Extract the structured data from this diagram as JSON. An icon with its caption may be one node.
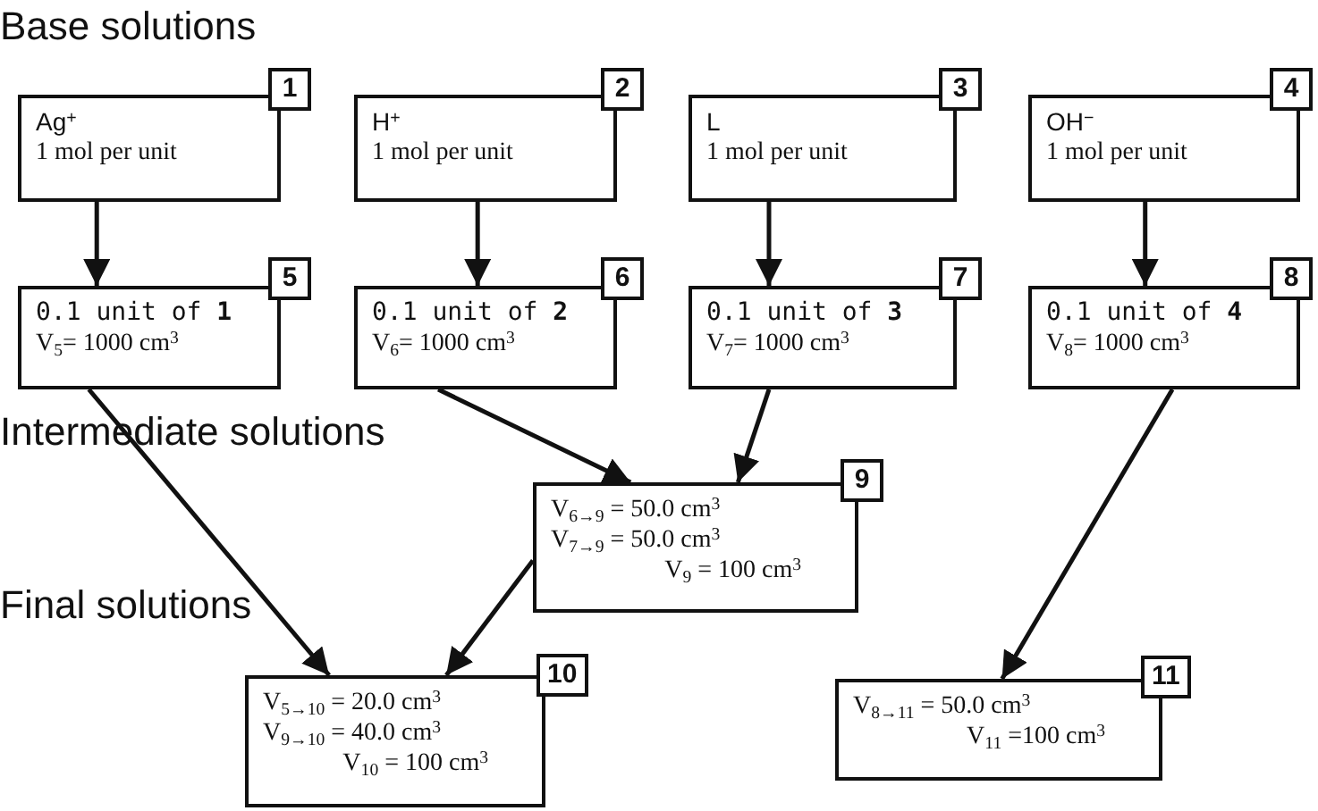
{
  "diagram": {
    "nodes": [
      {
        "text": [
          "Ag$^{+}$",
          "1  mol per unit"
        ],
        "beside": [
          "1"
        ]
      },
      {
        "text": [
          "H$^{+}$",
          "1  mol per unit"
        ],
        "beside": [
          "2"
        ]
      },
      {
        "text": [
          "L",
          "1  mol per unit"
        ],
        "beside": [
          "3"
        ]
      },
      {
        "text": [
          "OH$^{−}$",
          "1  mol per unit"
        ],
        "beside": [
          "4"
        ]
      },
      {
        "text": [
          "0.1 unit of **1**",
          "V$_{5}$= 1000 cm$^{3}$"
        ],
        "beside": [
          "5"
        ]
      },
      {
        "text": [
          "0.1 unit of **2**",
          "V$_{6}$= 1000 cm$^{3}$"
        ],
        "beside": [
          "6"
        ]
      },
      {
        "text": [
          "0.1 unit of **3**",
          "V$_{7}$= 1000 cm$^{3}$"
        ],
        "beside": [
          "7"
        ]
      },
      {
        "text": [
          "0.1 unit of **4**",
          "V$_{8}$= 1000 cm$^{3}$"
        ],
        "beside": [
          "8"
        ]
      },
      {
        "text": [
          "V$_{6→9}$ = 50.0 cm$^{3}$",
          "V$_{7→9}$ = 50.0 cm$^{3}$",
          "V$_{9}$ = 100 cm$^{3}$"
        ],
        "beside": [
          "9"
        ]
      },
      {
        "text": [
          "V$_{5→10}$ = 20.0 cm$^{3}$",
          "V$_{9→10}$ = 40.0 cm$^{3}$",
          "V$_{10}$ = 100 cm$^{3}$"
        ],
        "beside": [
          "10"
        ]
      },
      {
        "text": [
          "V$_{8→11}$ = 50.0 cm$^{3}$",
          "V$_{11}$ =100  cm$^{3}$"
        ],
        "beside": [
          "11"
        ]
      }
    ],
    "edges": [
      {
        "from": 0,
        "to": 4,
        "arrow": "to"
      },
      {
        "from": 1,
        "to": 5,
        "arrow": "to"
      },
      {
        "from": 2,
        "to": 6,
        "arrow": "to"
      },
      {
        "from": 3,
        "to": 7,
        "arrow": "to"
      },
      {
        "from": 5,
        "to": 8,
        "arrow": "to"
      },
      {
        "from": 6,
        "to": 8,
        "arrow": "to"
      },
      {
        "from": 4,
        "to": 9,
        "arrow": "to"
      },
      {
        "from": 8,
        "to": 9,
        "arrow": "to"
      },
      {
        "from": 7,
        "to": 10,
        "arrow": "to"
      }
    ],
    "labels": [
      "Base solutions",
      "Intermediate solutions",
      "Final solutions"
    ]
  }
}
